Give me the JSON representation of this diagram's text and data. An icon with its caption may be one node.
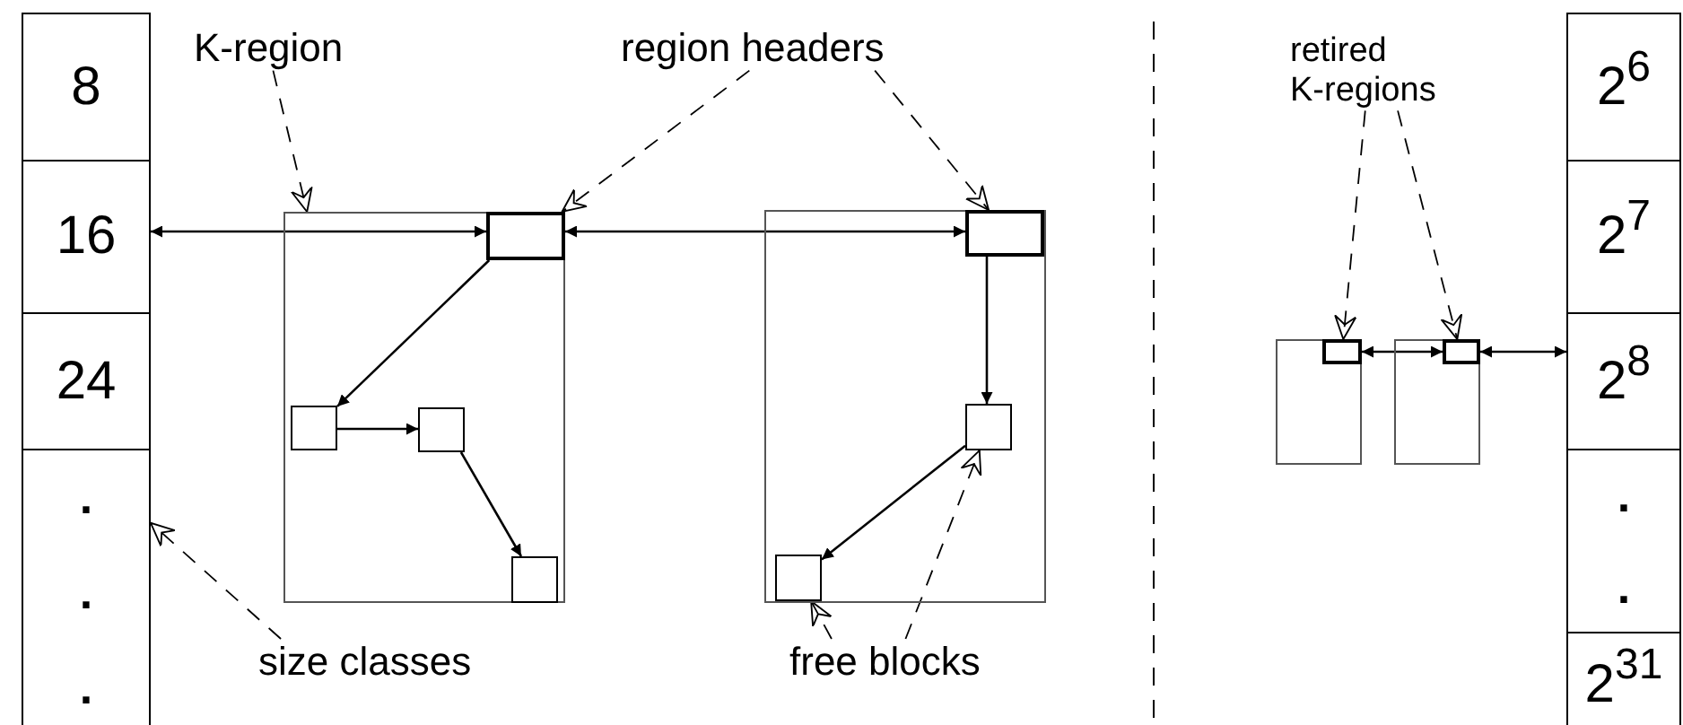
{
  "diagram": {
    "nodes": [
      {
        "text": [
          "8"
        ]
      },
      {
        "text": [
          "16"
        ]
      },
      {
        "text": [
          "24"
        ]
      },
      {
        "text": [
          ".",
          ".",
          "."
        ]
      },
      {
        "text": [
          "K-region"
        ]
      },
      {
        "text": [
          "region headers"
        ]
      },
      {
        "text": [],
        "shape": "box"
      },
      {
        "text": [],
        "shape": "box",
        "in": 6
      },
      {
        "text": [],
        "shape": "box",
        "in": 6
      },
      {
        "text": [],
        "shape": "box",
        "in": 6
      },
      {
        "text": [],
        "shape": "box",
        "in": 6
      },
      {
        "text": [],
        "shape": "box"
      },
      {
        "text": [],
        "shape": "box",
        "in": 11
      },
      {
        "text": [],
        "shape": "box",
        "in": 11
      },
      {
        "text": [],
        "shape": "box",
        "in": 11
      },
      {
        "text": [
          "retired K-regions"
        ]
      },
      {
        "text": [],
        "shape": "box"
      },
      {
        "text": [],
        "shape": "box",
        "in": 16
      },
      {
        "text": [],
        "shape": "box"
      },
      {
        "text": [],
        "shape": "box",
        "in": 18
      },
      {
        "text": [
          "2$^{6}$"
        ]
      },
      {
        "text": [
          "2$^{7}$"
        ]
      },
      {
        "text": [
          "2$^{8}$"
        ]
      },
      {
        "text": [
          ".",
          "."
        ]
      },
      {
        "text": [
          "2$^{31}$"
        ]
      },
      {
        "text": [
          "size classes"
        ]
      },
      {
        "text": [
          "free blocks"
        ]
      }
    ],
    "edges": [
      {
        "from": 1,
        "to": 7,
        "arrow": "both"
      },
      {
        "from": 7,
        "to": 12,
        "arrow": "both"
      },
      {
        "from": 7,
        "to": 8,
        "arrow": "to"
      },
      {
        "from": 8,
        "to": 9,
        "arrow": "to"
      },
      {
        "from": 9,
        "to": 10,
        "arrow": "to"
      },
      {
        "from": 12,
        "to": 13,
        "arrow": "to"
      },
      {
        "from": 13,
        "to": 14,
        "arrow": "to"
      },
      {
        "from": 17,
        "to": 19,
        "arrow": "both"
      },
      {
        "from": 19,
        "to": 22,
        "arrow": "both"
      },
      {
        "from": 4,
        "to": 6,
        "arrow": "to",
        "style": "dashed"
      },
      {
        "from": 5,
        "to": 7,
        "arrow": "to",
        "style": "dashed"
      },
      {
        "from": 5,
        "to": 12,
        "arrow": "to",
        "style": "dashed"
      },
      {
        "from": 15,
        "to": 17,
        "arrow": "to",
        "style": "dashed"
      },
      {
        "from": 15,
        "to": 19,
        "arrow": "to",
        "style": "dashed"
      },
      {
        "from": 25,
        "to": 3,
        "arrow": "to",
        "style": "dashed"
      },
      {
        "from": 26,
        "to": 14,
        "arrow": "to",
        "style": "dashed"
      },
      {
        "from": 26,
        "to": 13,
        "arrow": "to",
        "style": "dashed"
      }
    ]
  }
}
